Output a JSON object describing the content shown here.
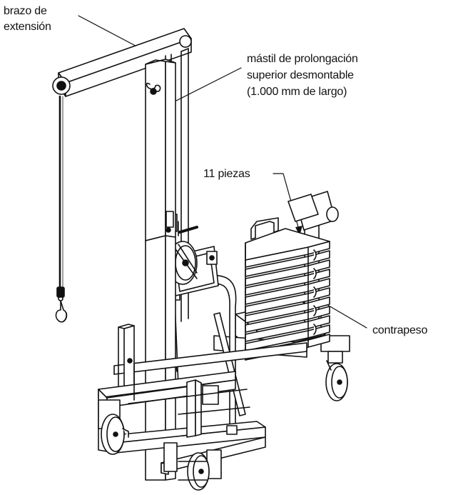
{
  "labels": {
    "extension_arm_line1": "brazo de",
    "extension_arm_line2": "extensión",
    "mast_line1": "mástil de prolongación",
    "mast_line2": "superior desmontable",
    "mast_line3": "(1.000 mm de largo)",
    "pieces": "11 piezas",
    "counterweight": "contrapeso"
  },
  "colors": {
    "ink": "#111111",
    "background": "#ffffff"
  }
}
